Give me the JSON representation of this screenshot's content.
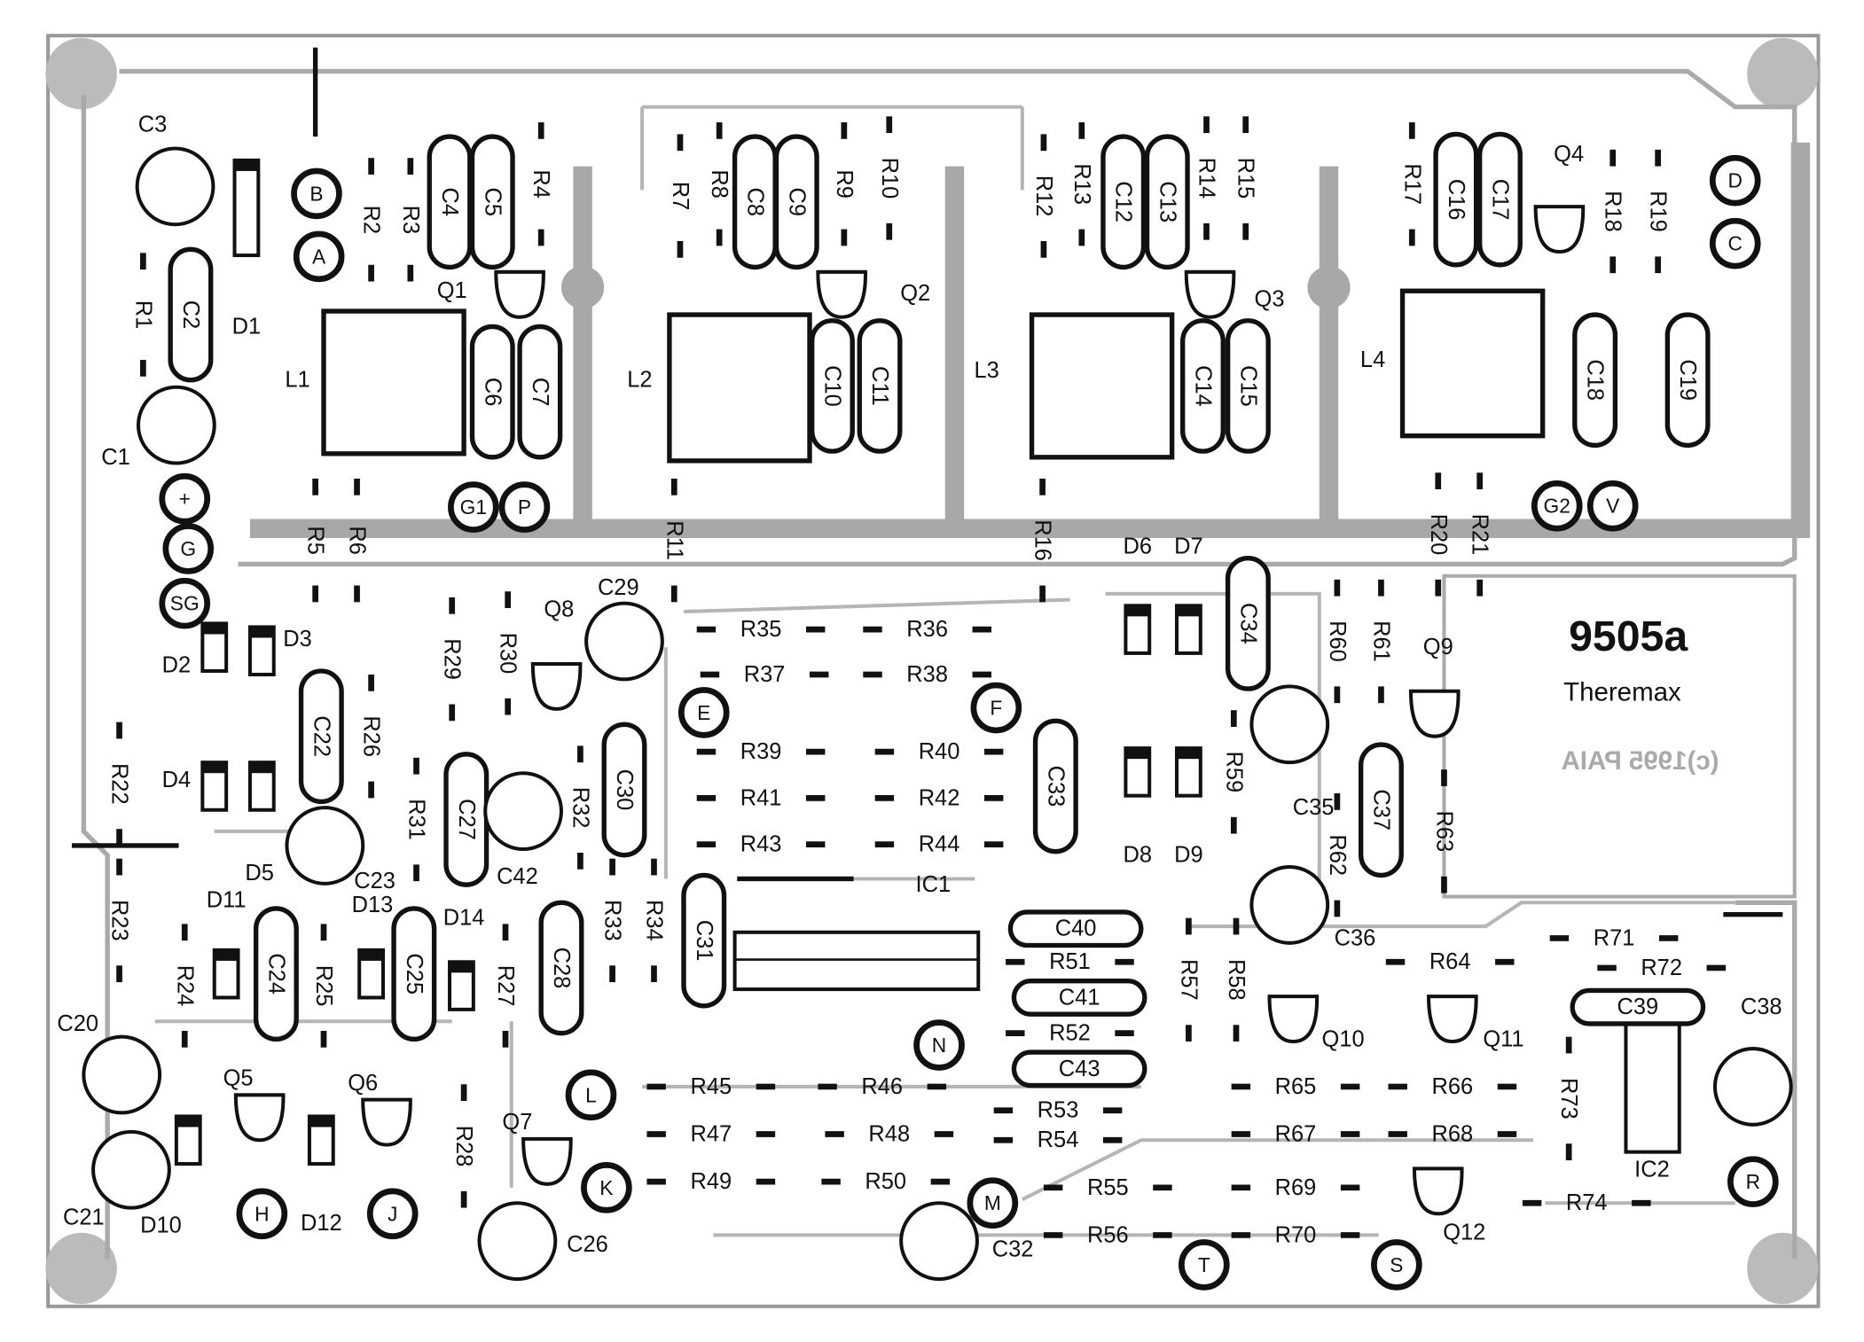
{
  "board": {
    "part_number": "9505a",
    "product": "Theremax",
    "copyright_mirrored": "(c)1995 PAIA"
  },
  "components": {
    "resistors": [
      "R1",
      "R2",
      "R3",
      "R4",
      "R5",
      "R6",
      "R7",
      "R8",
      "R9",
      "R10",
      "R11",
      "R12",
      "R13",
      "R14",
      "R15",
      "R16",
      "R17",
      "R18",
      "R19",
      "R20",
      "R21",
      "R22",
      "R23",
      "R24",
      "R25",
      "R26",
      "R27",
      "R28",
      "R29",
      "R30",
      "R31",
      "R32",
      "R33",
      "R34",
      "R35",
      "R36",
      "R37",
      "R38",
      "R39",
      "R40",
      "R41",
      "R42",
      "R43",
      "R44",
      "R45",
      "R46",
      "R47",
      "R48",
      "R49",
      "R50",
      "R51",
      "R52",
      "R53",
      "R54",
      "R55",
      "R56",
      "R57",
      "R58",
      "R59",
      "R60",
      "R61",
      "R62",
      "R63",
      "R64",
      "R65",
      "R66",
      "R67",
      "R68",
      "R69",
      "R70",
      "R71",
      "R72",
      "R73",
      "R74"
    ],
    "capacitors": [
      "C2",
      "C4",
      "C5",
      "C6",
      "C7",
      "C8",
      "C9",
      "C10",
      "C11",
      "C12",
      "C13",
      "C14",
      "C15",
      "C16",
      "C17",
      "C18",
      "C19",
      "C22",
      "C24",
      "C25",
      "C27",
      "C28",
      "C30",
      "C31",
      "C33",
      "C34",
      "C37",
      "C39",
      "C40",
      "C41",
      "C43"
    ],
    "electrolytics": [
      "C1",
      "C3",
      "C20",
      "C21",
      "C23",
      "C26",
      "C29",
      "C32",
      "C35",
      "C36",
      "C38",
      "C42"
    ],
    "diodes": [
      "D1",
      "D2",
      "D3",
      "D4",
      "D5",
      "D6",
      "D7",
      "D8",
      "D9",
      "D10",
      "D11",
      "D12",
      "D13",
      "D14"
    ],
    "transistors": [
      "Q1",
      "Q2",
      "Q3",
      "Q4",
      "Q5",
      "Q6",
      "Q7",
      "Q8",
      "Q9",
      "Q10",
      "Q11",
      "Q12"
    ],
    "inductors": [
      "L1",
      "L2",
      "L3",
      "L4"
    ],
    "ics": [
      "IC1",
      "IC2"
    ]
  },
  "pads": [
    "A",
    "B",
    "C",
    "D",
    "E",
    "F",
    "G",
    "SG",
    "+",
    "G1",
    "P",
    "G2",
    "V",
    "H",
    "J",
    "K",
    "L",
    "M",
    "N",
    "R",
    "S",
    "T"
  ]
}
